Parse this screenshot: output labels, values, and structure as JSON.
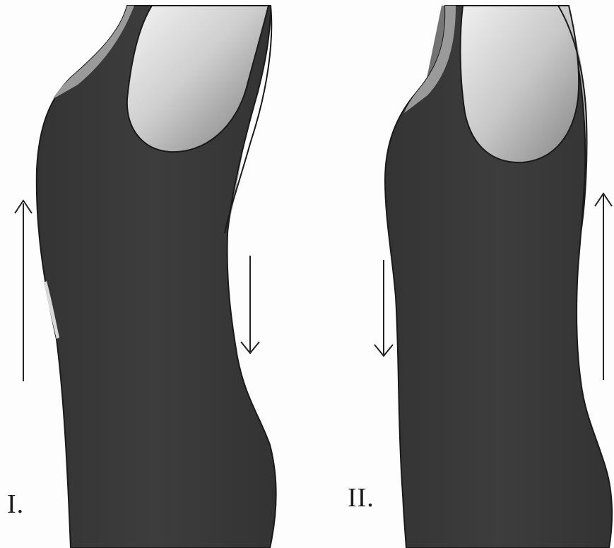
{
  "panels": [
    {
      "id": "panel-1",
      "label": "I.",
      "arrows": [
        {
          "position": "front",
          "direction": "up"
        },
        {
          "position": "back",
          "direction": "down"
        }
      ]
    },
    {
      "id": "panel-2",
      "label": "II.",
      "arrows": [
        {
          "position": "front",
          "direction": "down"
        },
        {
          "position": "back",
          "direction": "up"
        }
      ]
    }
  ],
  "colors": {
    "background": "#fdfdfd",
    "torso": "#3a3a3a",
    "skin_light": "#e6e6e6",
    "skin_dark": "#8c8c8c",
    "outline": "#1a1a1a",
    "arrow": "#222222"
  }
}
